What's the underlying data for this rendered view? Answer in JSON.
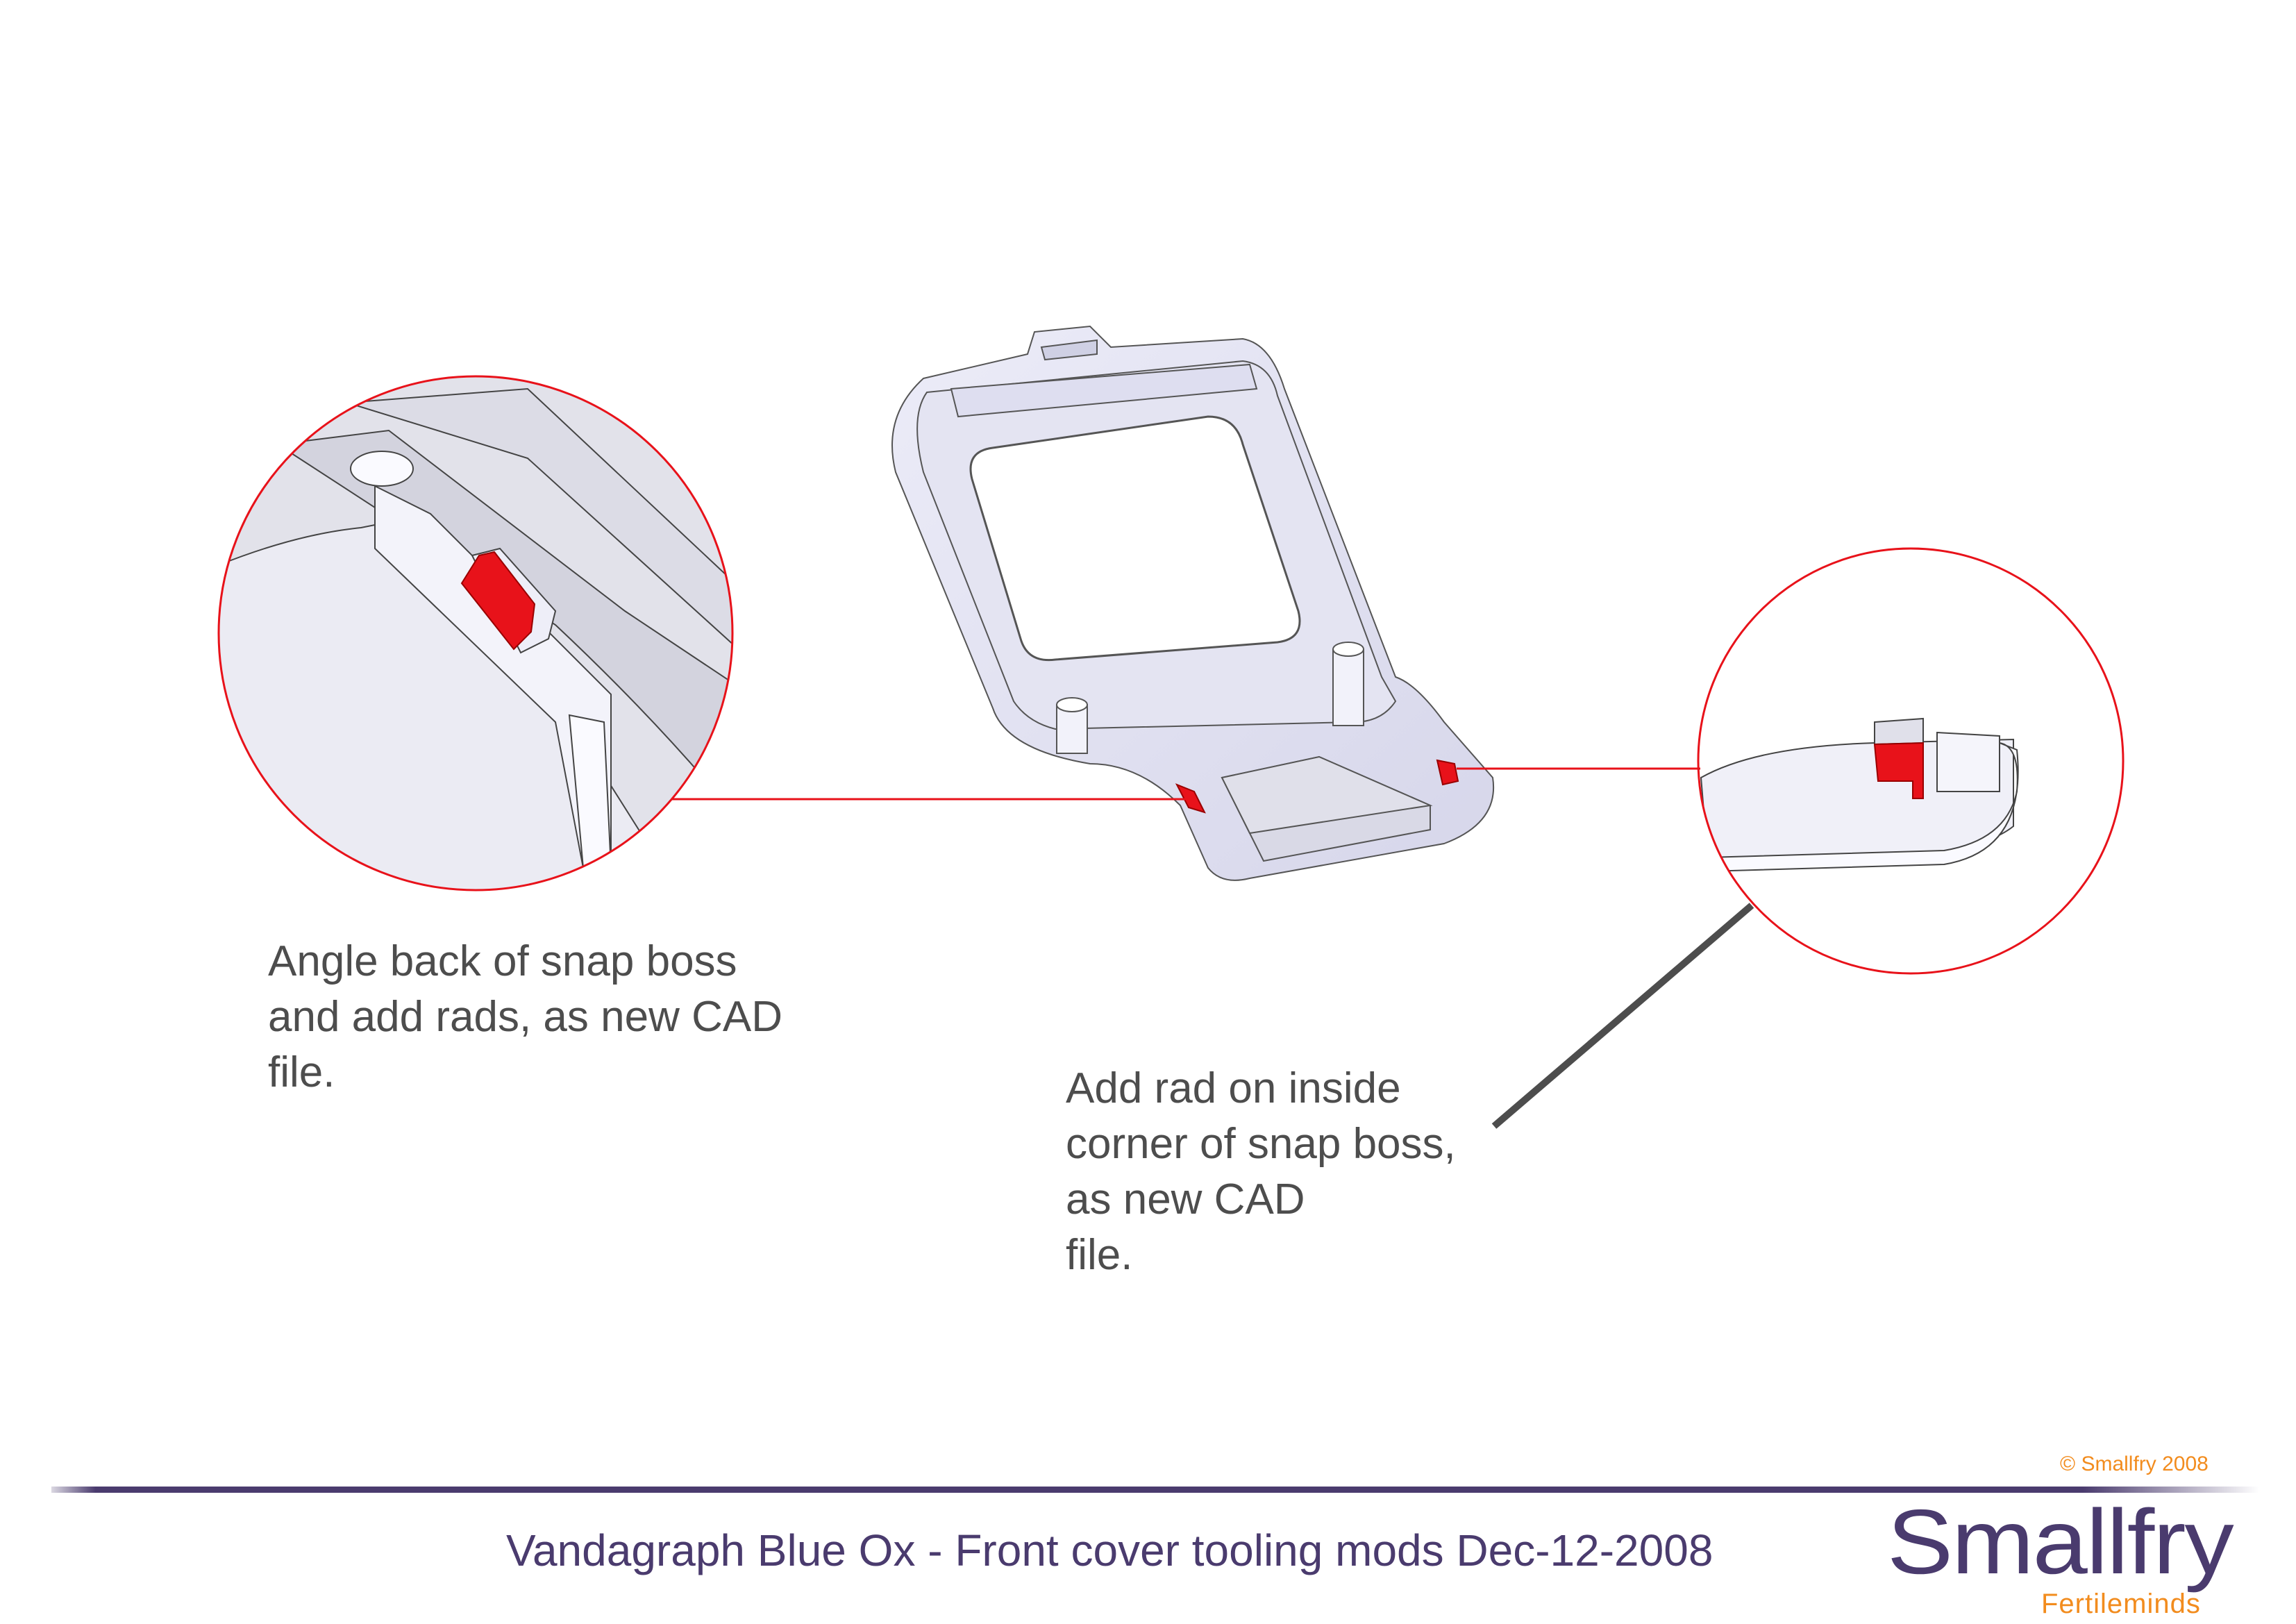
{
  "annotations": {
    "left": "Angle back of snap boss\nand add rads, as new CAD\nfile.",
    "right": "Add rad on inside\ncorner of snap boss,\nas new CAD\nfile."
  },
  "footer": {
    "title": "Vandagraph Blue Ox - Front cover tooling mods Dec-12-2008",
    "copyright": "© Smallfry 2008",
    "logo_main": "Smallfry",
    "logo_sub": "Fertileminds"
  },
  "colors": {
    "accent_red": "#e8121a",
    "brand_purple": "#4a3b6e",
    "brand_orange": "#f28c1e",
    "text_grey": "#4d4d4d"
  }
}
